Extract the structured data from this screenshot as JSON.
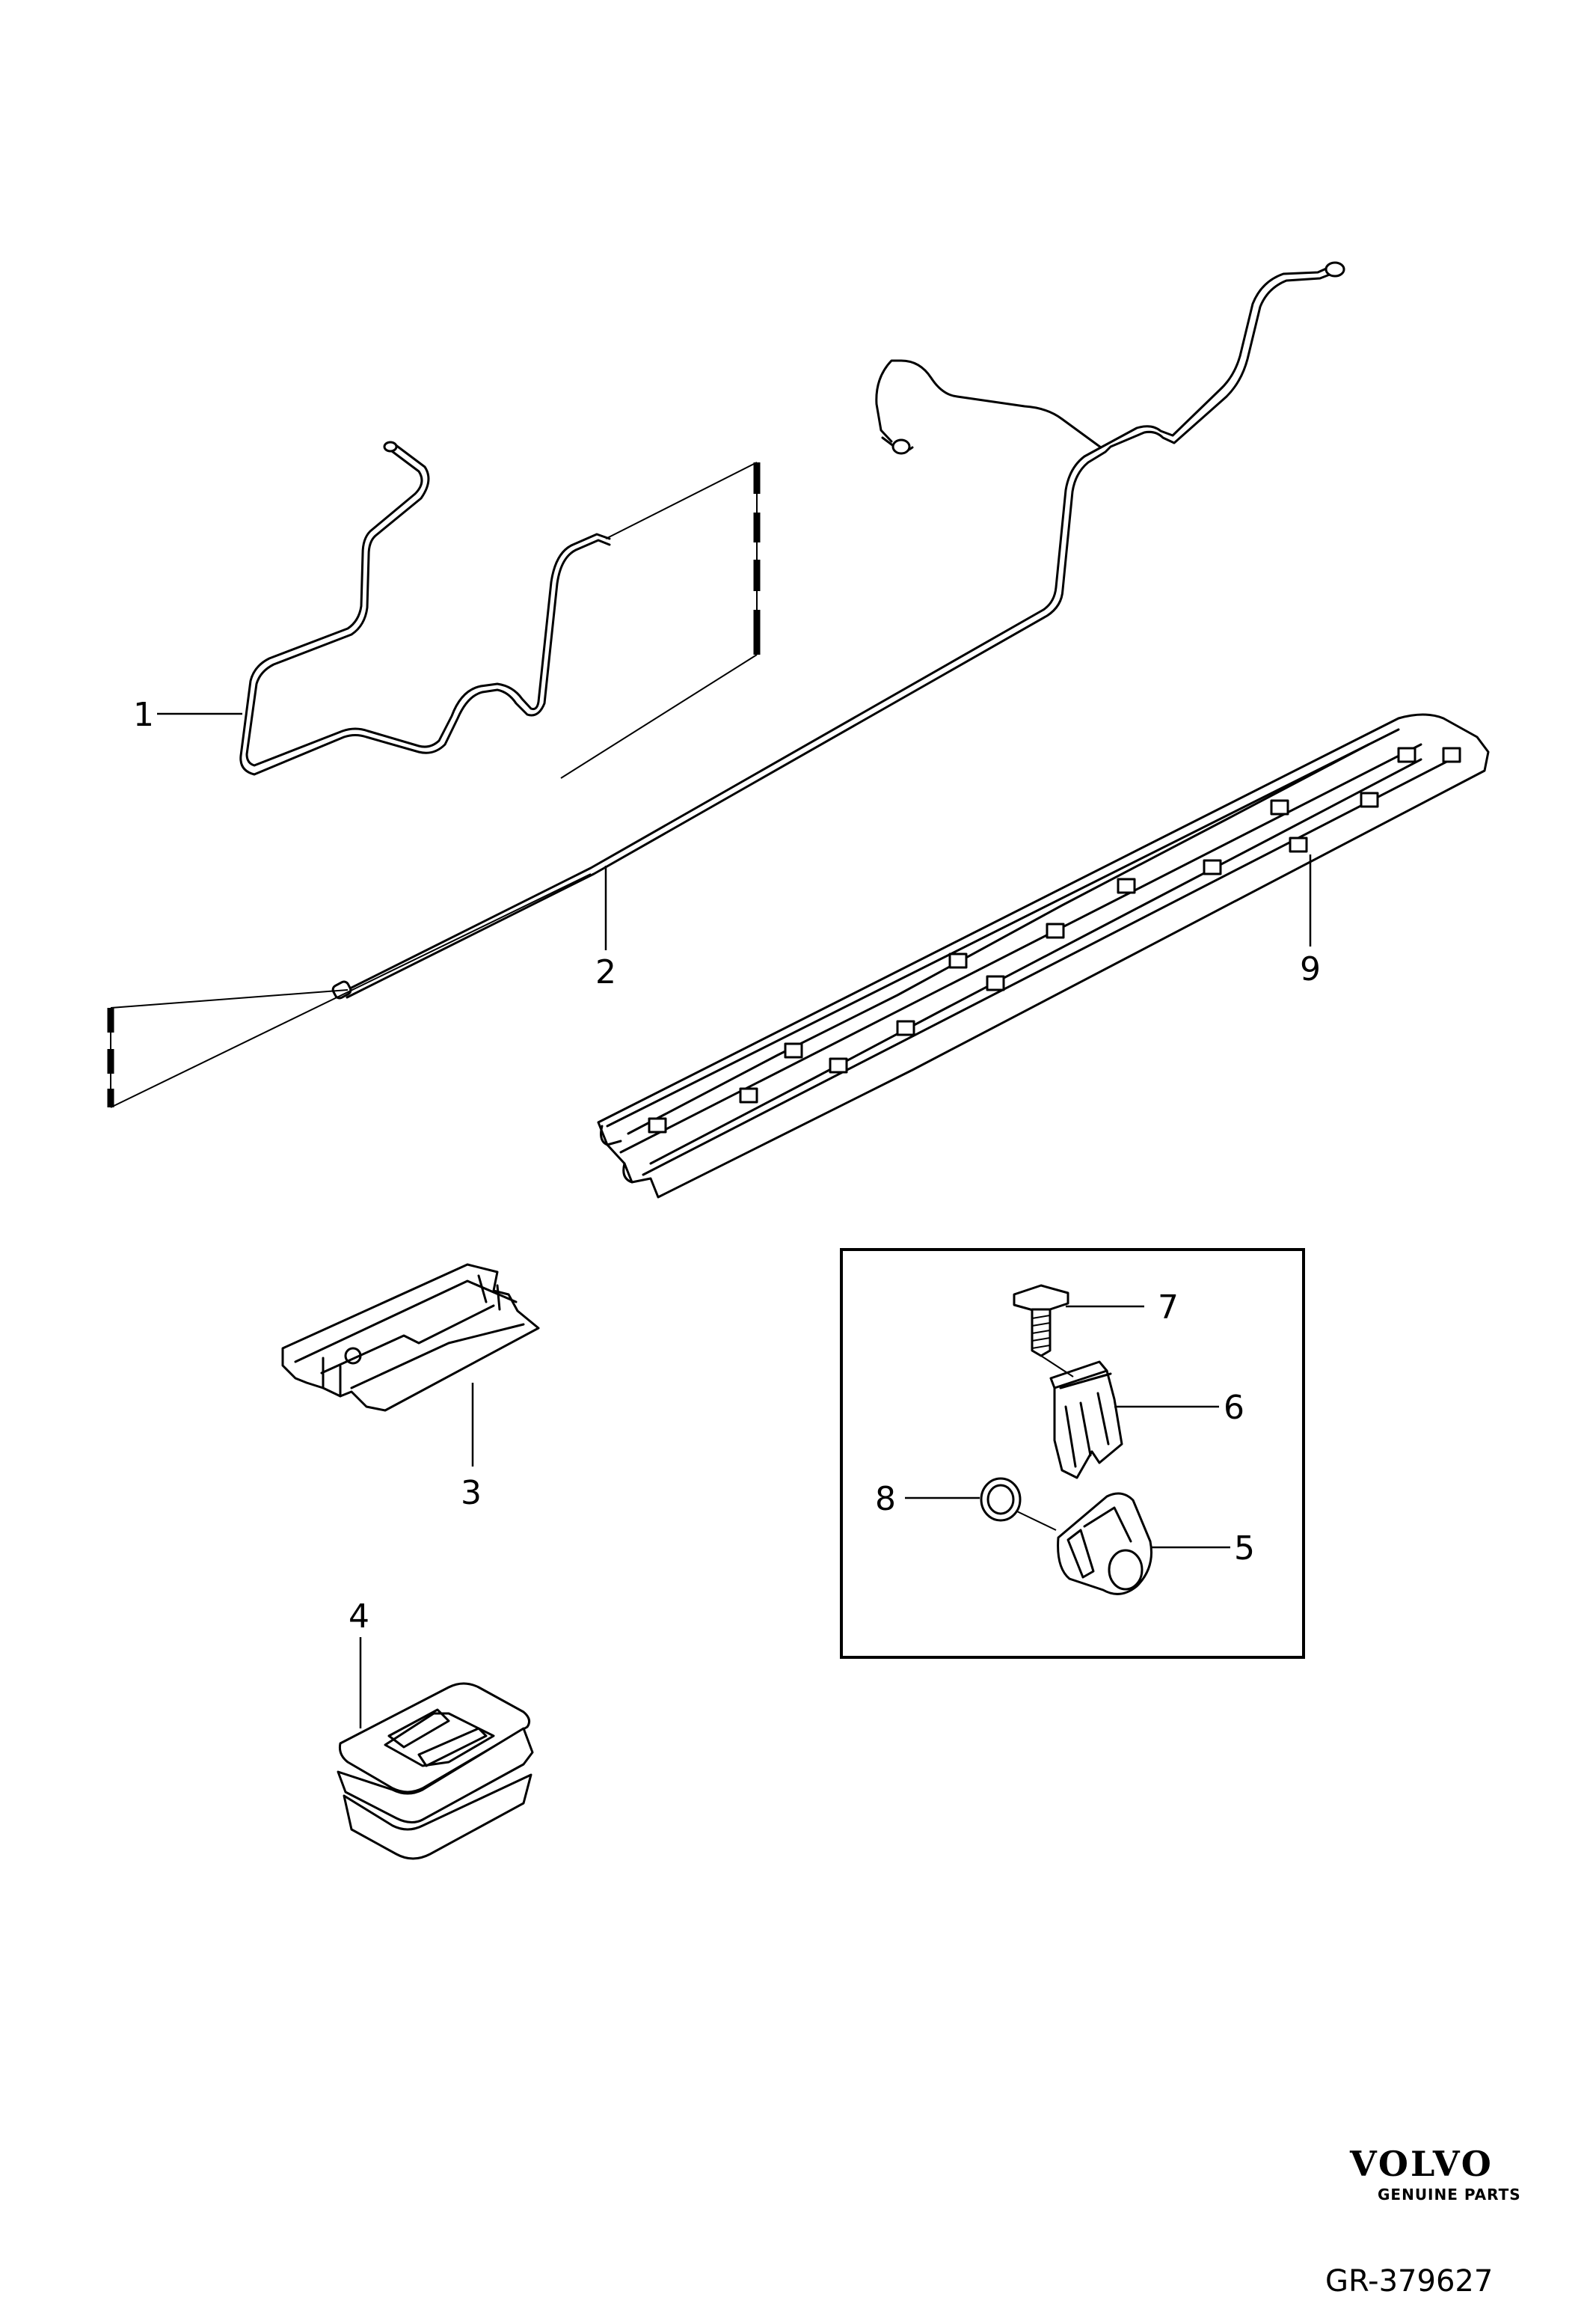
{
  "callouts": {
    "c1": "1",
    "c2": "2",
    "c3": "3",
    "c4": "4",
    "c5": "5",
    "c6": "6",
    "c7": "7",
    "c8": "8",
    "c9": "9"
  },
  "brand": {
    "name": "VOLVO",
    "tagline": "GENUINE PARTS"
  },
  "reference": "GR-379627"
}
